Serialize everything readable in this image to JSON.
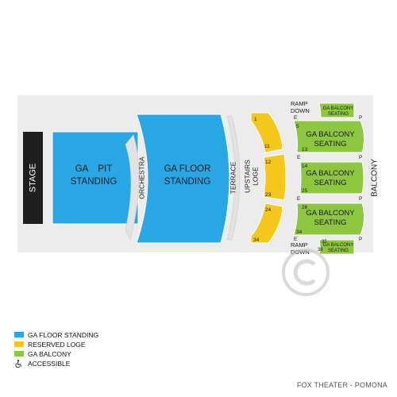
{
  "colors": {
    "backdrop": "#ececec",
    "stage": "#1f1f1f",
    "ga_floor": "#29a6e4",
    "reserved_loge": "#f5c71a",
    "ga_balcony": "#8dc63f",
    "outline": "#ffffff",
    "label": "#1a1a1a"
  },
  "map": {
    "stage_label": "STAGE",
    "pit_line1": "GA    PIT",
    "pit_line2": "STANDING",
    "orchestra_label": "ORCHESTRA",
    "floor_line1": "GA FLOOR",
    "floor_line2": "STANDING",
    "terrace_label": "TERRACE",
    "upstairs_line1": "UPSTAIRS",
    "upstairs_line2": "LOGE",
    "balcony_label": "BALCONY",
    "ramp_top_line1": "RAMP",
    "ramp_top_line2": "DOWN",
    "ramp_bottom_line1": "RAMP",
    "ramp_bottom_line2": "DOWN",
    "balcony_sections": {
      "top_small_line1": "GA BALCONY",
      "top_small_line2": "SEATING",
      "s1_line1": "GA BALCONY",
      "s1_line2": "SEATING",
      "s2_line1": "GA BALCONY",
      "s2_line2": "SEATING",
      "s3_line1": "GA BALCONY",
      "s3_line2": "SEATING",
      "bottom_small_line1": "GA BALCONY",
      "bottom_small_line2": "SEATING"
    },
    "loge_numbers": {
      "a_top": "1",
      "a_bottom": "11",
      "b_top": "12",
      "b_bottom": "23",
      "c_top": "24",
      "c_bottom": "34"
    },
    "balcony_numbers": {
      "s1_top": "5",
      "s1_bottom": "13",
      "s2_top": "14",
      "s2_bottom": "25",
      "s3_top": "26",
      "s3_bottom": "34",
      "bottom_small_a": "35",
      "bottom_small_b": "38"
    },
    "row_letters": {
      "e1": "E",
      "p1": "P",
      "e2": "E",
      "p2": "P",
      "e3": "E",
      "p3": "P",
      "e4": "E",
      "p4": "P"
    }
  },
  "legend": {
    "items": [
      {
        "label": "GA FLOOR STANDING",
        "color": "#29a6e4"
      },
      {
        "label": "RESERVED LOGE",
        "color": "#f5c71a"
      },
      {
        "label": "GA BALCONY",
        "color": "#8dc63f"
      },
      {
        "label": "ACCESSIBLE",
        "icon": "wheelchair-icon"
      }
    ]
  },
  "footer": "FOX THEATER - POMONA"
}
